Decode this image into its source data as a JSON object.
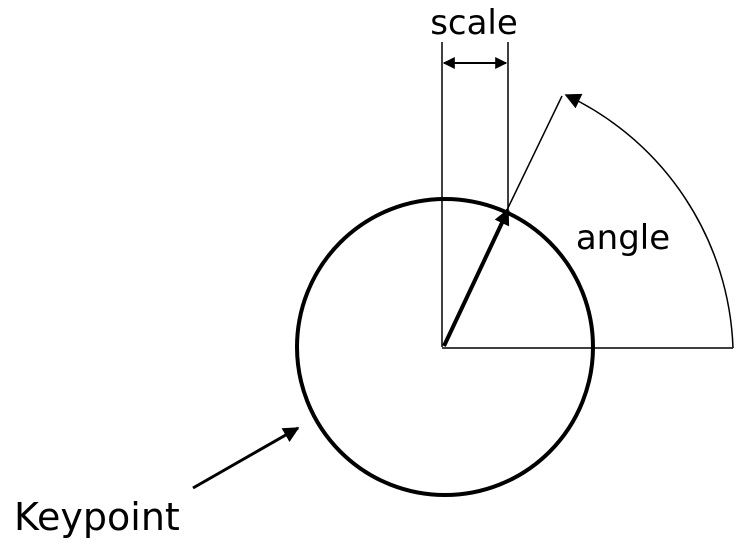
{
  "labels": {
    "scale": "scale",
    "angle": "angle",
    "keypoint": "Keypoint"
  },
  "colors": {
    "stroke": "#000000",
    "background": "#ffffff"
  }
}
